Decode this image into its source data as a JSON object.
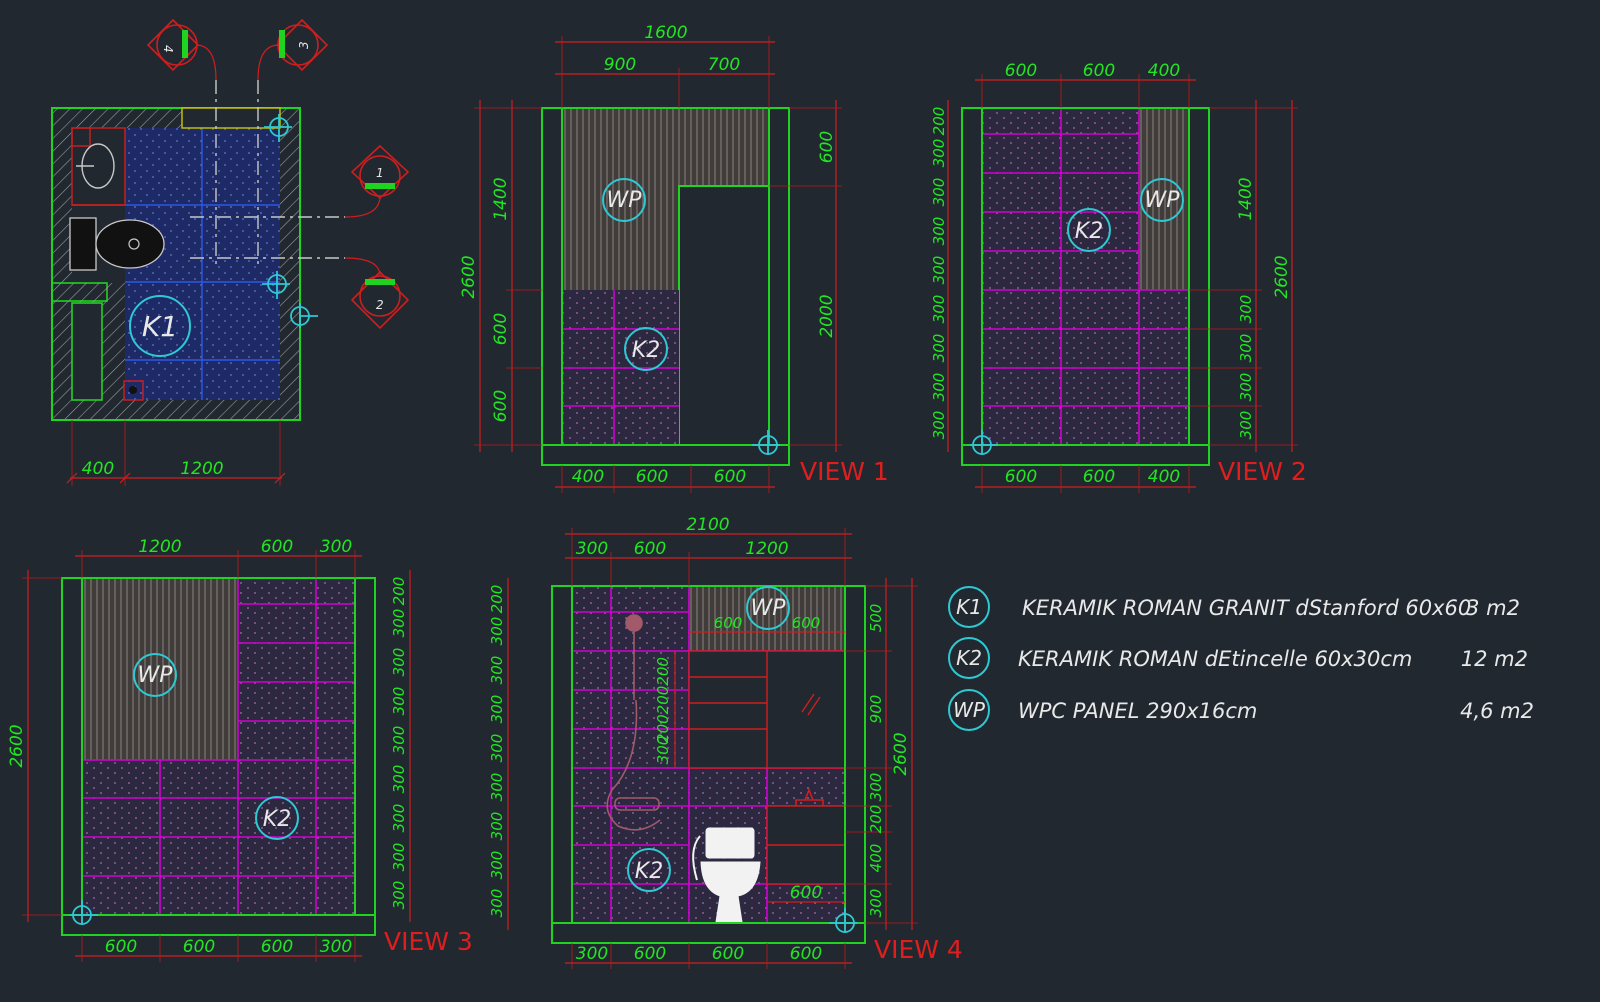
{
  "plan": {
    "dims_bottom": [
      "400",
      "1200"
    ],
    "room_tag": "K1",
    "markers": [
      "1",
      "2",
      "3",
      "4"
    ]
  },
  "view1": {
    "label": "VIEW 1",
    "dims_top_total": "1600",
    "dims_top": [
      "900",
      "700"
    ],
    "dims_bottom": [
      "400",
      "600",
      "600"
    ],
    "dims_left_total": "2600",
    "dims_left": [
      "1400",
      "600",
      "600"
    ],
    "dims_right": [
      "600",
      "2000"
    ],
    "tags": [
      "WP",
      "K2"
    ]
  },
  "view2": {
    "label": "VIEW 2",
    "dims_top": [
      "600",
      "600",
      "400"
    ],
    "dims_bottom": [
      "600",
      "600",
      "400"
    ],
    "dims_left": [
      "200",
      "300",
      "300",
      "300",
      "300",
      "300",
      "300",
      "300",
      "300"
    ],
    "dims_right_total": "2600",
    "dims_right": [
      "1400",
      "300",
      "300",
      "300",
      "300"
    ],
    "tags": [
      "K2",
      "WP"
    ]
  },
  "view3": {
    "label": "VIEW 3",
    "dims_top": [
      "1200",
      "600",
      "300"
    ],
    "dims_bottom": [
      "600",
      "600",
      "600",
      "300"
    ],
    "dims_left_total": "2600",
    "dims_right": [
      "200",
      "300",
      "300",
      "300",
      "300",
      "300",
      "300",
      "300",
      "300"
    ],
    "tags": [
      "WP",
      "K2"
    ]
  },
  "view4": {
    "label": "VIEW 4",
    "dims_top_total": "2100",
    "dims_top": [
      "300",
      "600",
      "1200"
    ],
    "dims_bottom": [
      "300",
      "600",
      "600",
      "600"
    ],
    "dims_left": [
      "200",
      "300",
      "300",
      "300",
      "300",
      "300",
      "300",
      "300",
      "300"
    ],
    "dims_right_total": "2600",
    "dims_right": [
      "500",
      "900",
      "300",
      "200",
      "400",
      "300"
    ],
    "inner_dims": [
      "600",
      "600",
      "200200200",
      "300",
      "600"
    ],
    "tags": [
      "WP",
      "K2"
    ]
  },
  "legend": [
    {
      "tag": "K1",
      "desc": "KERAMIK ROMAN GRANIT dStanford 60x60",
      "qty": "3 m2"
    },
    {
      "tag": "K2",
      "desc": "KERAMIK ROMAN dEtincelle 60x30cm",
      "qty": "12 m2"
    },
    {
      "tag": "WP",
      "desc": "WPC PANEL 290x16cm",
      "qty": "4,6 m2"
    }
  ],
  "colors": {
    "background": "#212830",
    "dimension_text": "#22e622",
    "tile_grid": "#d200d2",
    "tag_ring": "#2ec9d3",
    "view_label": "#e01e1e"
  }
}
